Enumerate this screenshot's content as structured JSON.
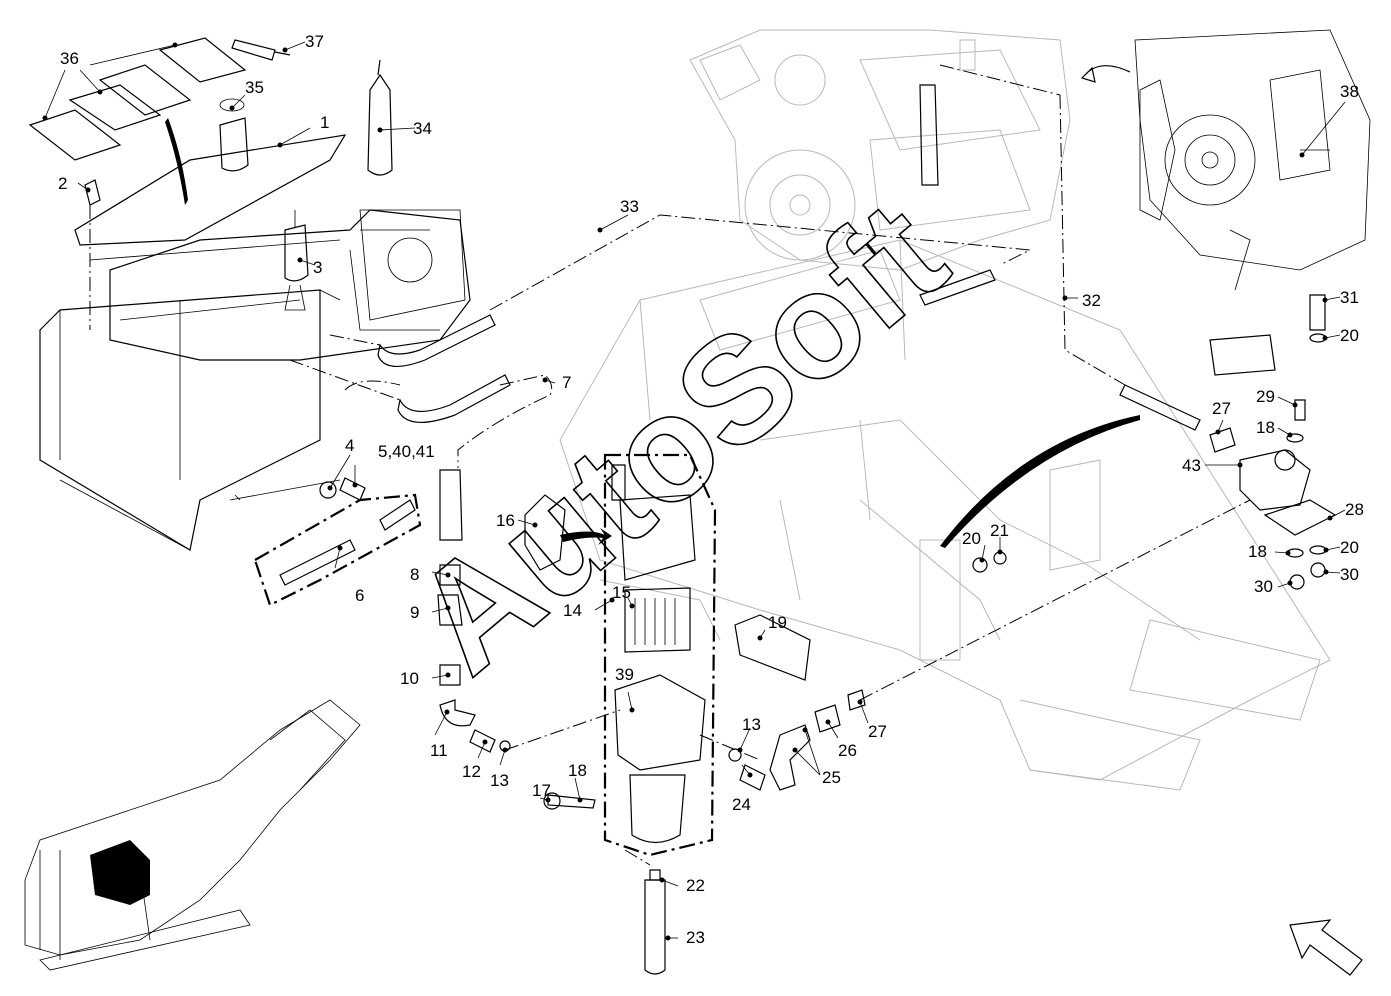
{
  "watermark": "AutoSoft",
  "labels": {
    "l1": "1",
    "l2": "2",
    "l3": "3",
    "l4": "4",
    "l5": "5,40,41",
    "l6": "6",
    "l7": "7",
    "l8": "8",
    "l9": "9",
    "l10": "10",
    "l11": "11",
    "l12": "12",
    "l13a": "13",
    "l13b": "13",
    "l14": "14",
    "l15": "15",
    "l16": "16",
    "l17": "17",
    "l18a": "18",
    "l18b": "18",
    "l18c": "18",
    "l19": "19",
    "l20a": "20",
    "l20b": "20",
    "l20c": "20",
    "l21": "21",
    "l22": "22",
    "l23": "23",
    "l24": "24",
    "l25": "25",
    "l26": "26",
    "l27a": "27",
    "l27b": "27",
    "l28": "28",
    "l29": "29",
    "l30a": "30",
    "l30b": "30",
    "l31": "31",
    "l32": "32",
    "l33": "33",
    "l34": "34",
    "l35": "35",
    "l36": "36",
    "l37": "37",
    "l38": "38",
    "l39": "39",
    "l43": "43"
  },
  "icons": {
    "nav_arrow": "arrow-up-left-icon",
    "machine_thumbnail": "milling-machine-icon"
  },
  "colors": {
    "line": "#000000",
    "background_drawing": "#b8b8b8",
    "highlight": "#000000"
  }
}
